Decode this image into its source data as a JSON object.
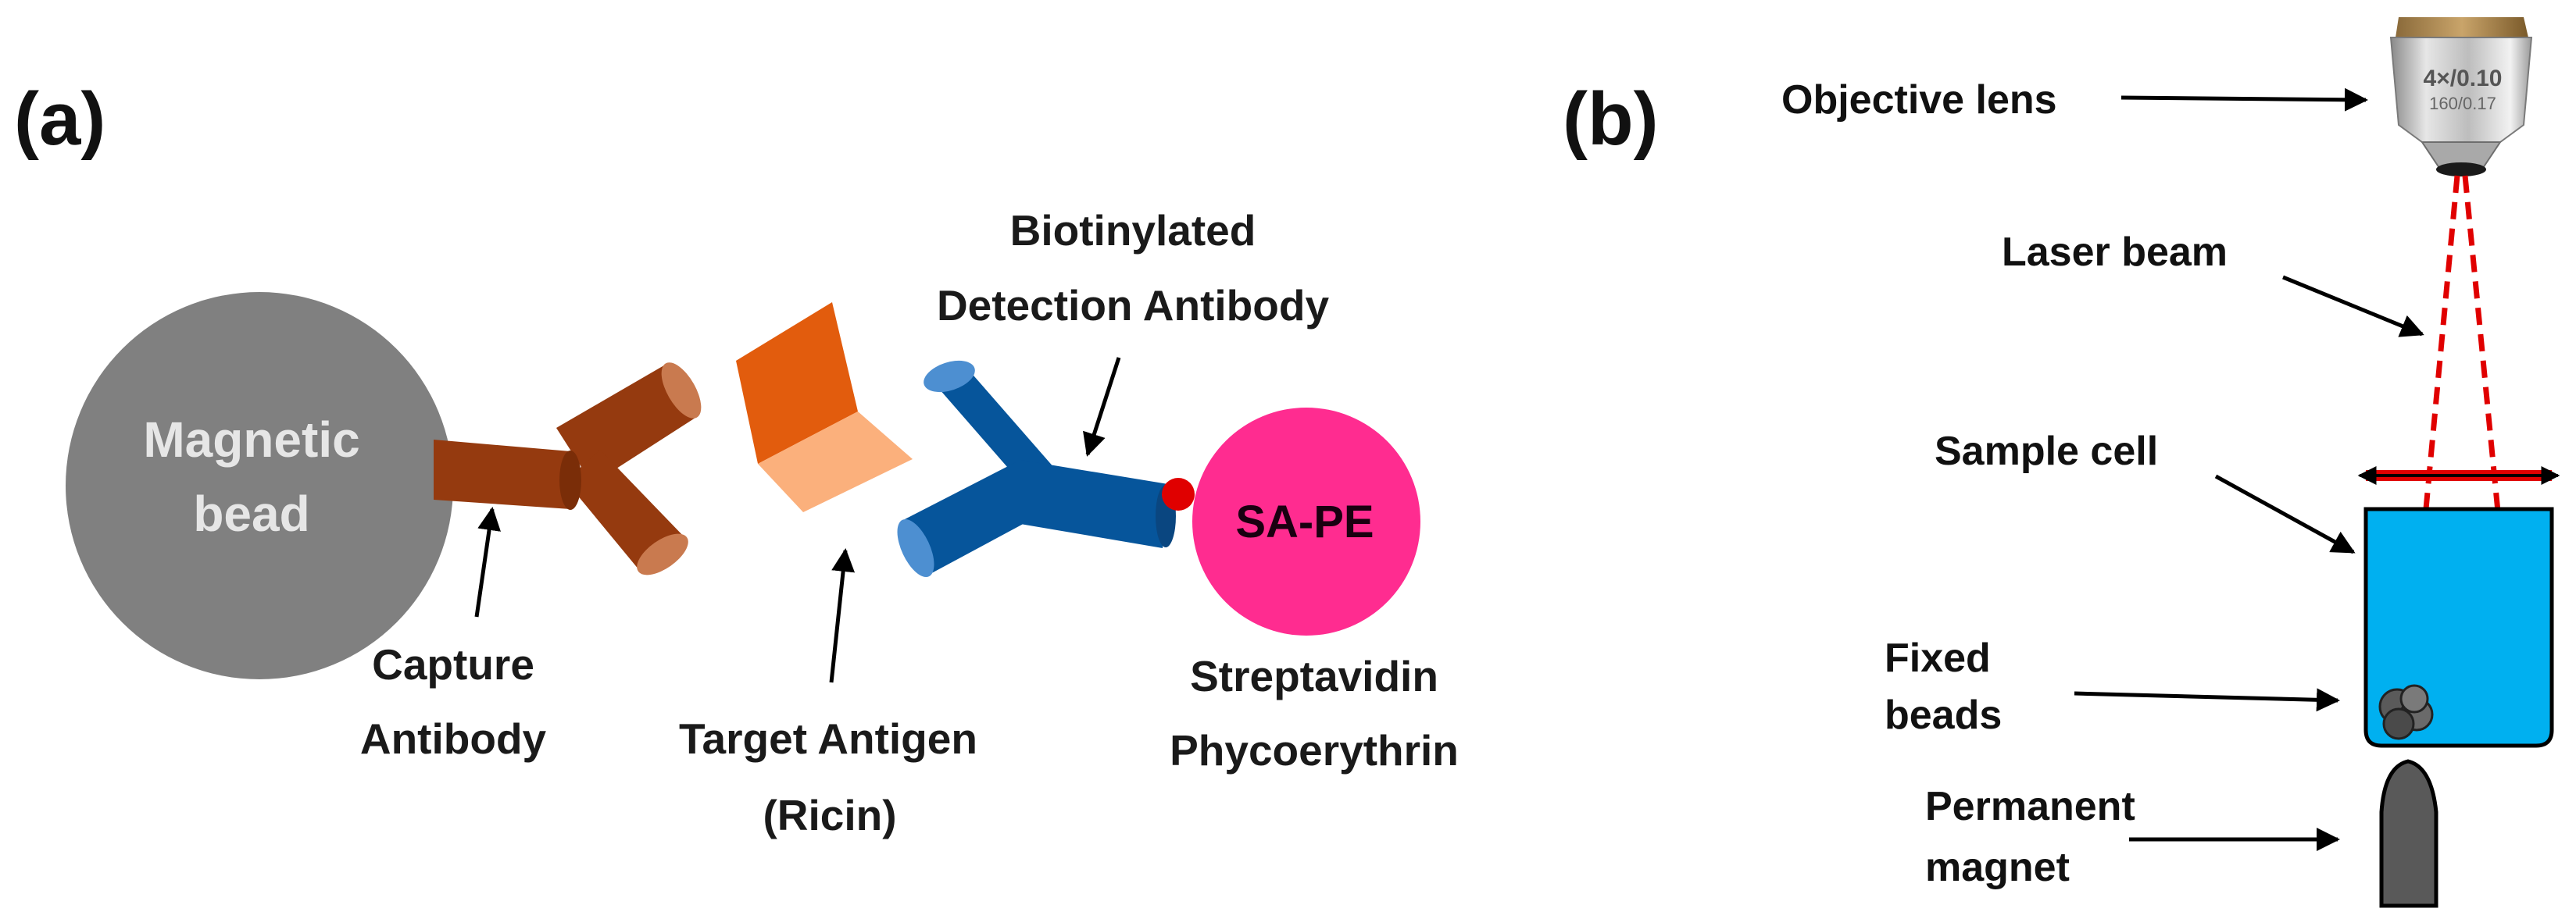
{
  "panel_a": {
    "label": "(a)",
    "bead_line1": "Magnetic",
    "bead_line2": "bead",
    "capture_line1": "Capture",
    "capture_line2": "Antibody",
    "antigen_line1": "Target Antigen",
    "antigen_line2": "(Ricin)",
    "detection_line1": "Biotinylated",
    "detection_line2": "Detection Antibody",
    "sape": "SA-PE",
    "strep_line1": "Streptavidin",
    "strep_line2": "Phycoerythrin"
  },
  "panel_b": {
    "label": "(b)",
    "objective": "Objective lens",
    "lens_marking1": "4×/0.10",
    "lens_marking2": "160/0.17",
    "laser": "Laser beam",
    "sample_cell": "Sample cell",
    "fixed_line1": "Fixed",
    "fixed_line2": "beads",
    "magnet_line1": "Permanent",
    "magnet_line2": "magnet"
  },
  "colors": {
    "bead": "#808080",
    "capture_antibody": "#953a0f",
    "antigen_top": "#e25c0d",
    "antigen_bottom": "#fbb07c",
    "detection_antibody": "#06559b",
    "biotin": "#e00000",
    "sape": "#ff2c90",
    "laser": "#e00000",
    "water": "#00b0f0",
    "magnet": "#595959"
  }
}
